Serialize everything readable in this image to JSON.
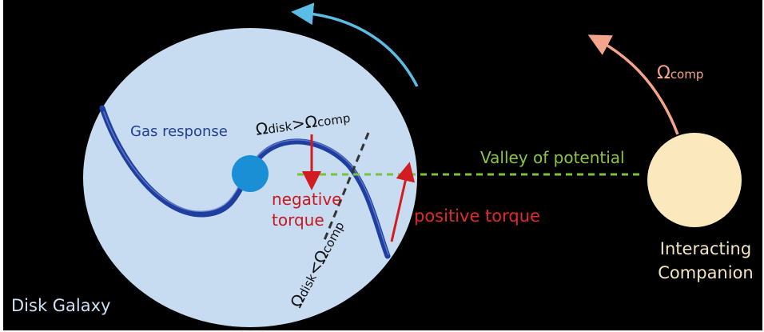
{
  "labels": {
    "gas_response": "Gas response",
    "omega_gt_main": "Ω",
    "omega_gt_sub1": "disk",
    "omega_gt_op": ">Ω",
    "omega_gt_sub2": "comp",
    "omega_lt_main": "Ω",
    "omega_lt_sub1": "disk",
    "omega_lt_op": "<Ω",
    "omega_lt_sub2": "comp",
    "negative_torque_line1": "negative",
    "negative_torque_line2": "torque",
    "positive_torque": "positive torque",
    "valley_of_potential": "Valley of potential",
    "omega_comp_main": "Ω",
    "omega_comp_sub": "comp",
    "companion_line1": "Interacting",
    "companion_line2": "Companion",
    "disk_galaxy": "Disk Galaxy"
  },
  "colors": {
    "background": "#000000",
    "disk": "#c7dbf1",
    "bulge": "#1a8fd6",
    "gas_arm": "#1f3fa0",
    "disk_rotation_arrow": "#5bbde6",
    "companion": "#fbe8bd",
    "companion_orbit_arrow": "#f3a48a",
    "valley_line": "#79c23f",
    "torque_arrows": "#d11d20",
    "corotation_line": "#333333"
  }
}
